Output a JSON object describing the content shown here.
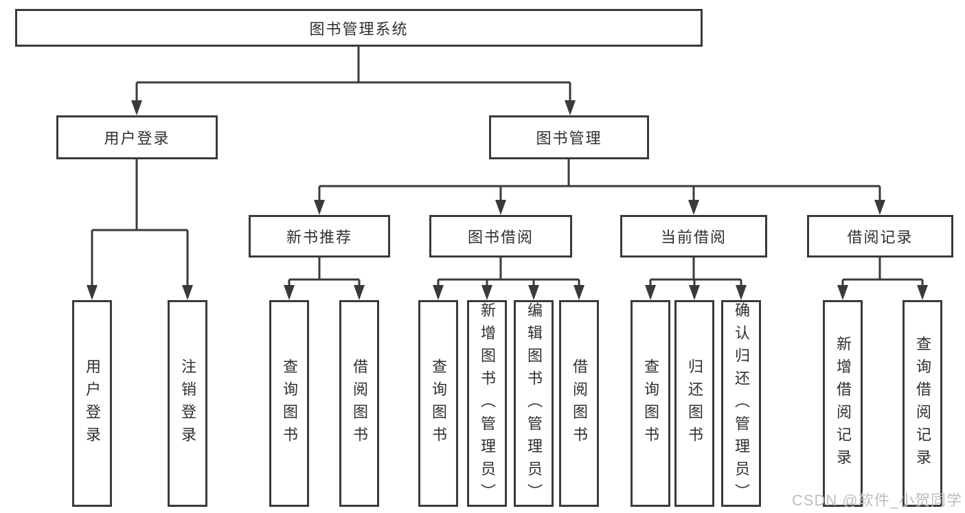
{
  "colors": {
    "line": "#3a3a3a",
    "box_border": "#3a3a3a",
    "text": "#2f2f2f",
    "watermark": "#bdbdbd",
    "background": "#ffffff"
  },
  "tree": {
    "root": {
      "label": "图书管理系统"
    },
    "branches": [
      {
        "label": "用户登录",
        "children": [
          {
            "label": "用户登录"
          },
          {
            "label": "注销登录"
          }
        ]
      },
      {
        "label": "图书管理",
        "children": [
          {
            "label": "新书推荐",
            "children": [
              {
                "label": "查询图书"
              },
              {
                "label": "借阅图书"
              }
            ]
          },
          {
            "label": "图书借阅",
            "children": [
              {
                "label": "查询图书"
              },
              {
                "label": "新增图书（管理员）"
              },
              {
                "label": "编辑图书（管理员）"
              },
              {
                "label": "借阅图书"
              }
            ]
          },
          {
            "label": "当前借阅",
            "children": [
              {
                "label": "查询图书"
              },
              {
                "label": "归还图书"
              },
              {
                "label": "确认归还（管理员）"
              }
            ]
          },
          {
            "label": "借阅记录",
            "children": [
              {
                "label": "新增借阅记录"
              },
              {
                "label": "查询借阅记录"
              }
            ]
          }
        ]
      }
    ]
  },
  "watermark": "CSDN @软件_小贺同学"
}
